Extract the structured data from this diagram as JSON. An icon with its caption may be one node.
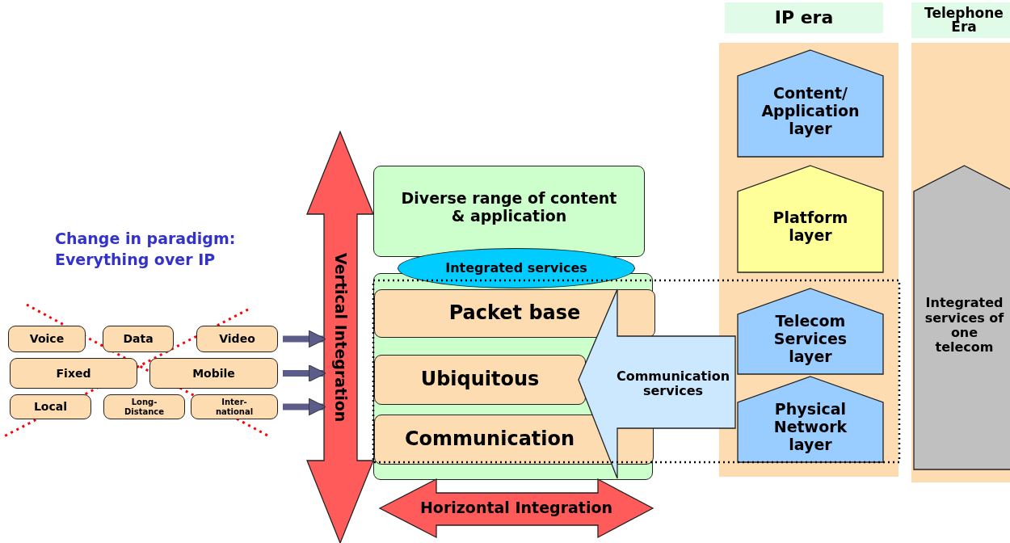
{
  "diagram": {
    "nodes": [
      {
        "text": [
          "Voice"
        ]
      },
      {
        "text": [
          "Data"
        ]
      },
      {
        "text": [
          "Video"
        ]
      },
      {
        "text": [
          "Fixed"
        ]
      },
      {
        "text": [
          "Mobile"
        ]
      },
      {
        "text": [
          "Local"
        ]
      },
      {
        "text": [
          "Long-Distance"
        ]
      },
      {
        "text": [
          "Inter-national"
        ]
      },
      {
        "text": [
          "Vertical Integration"
        ]
      },
      {
        "text": [
          "Diverse range of content & application"
        ]
      },
      {
        "text": [
          "Integrated services"
        ]
      },
      {
        "text": [],
        "shape": "box"
      },
      {
        "text": [
          "Packet base"
        ],
        "in": 11
      },
      {
        "text": [
          "Ubiquitous"
        ],
        "in": 11
      },
      {
        "text": [
          "Communication"
        ],
        "in": 11
      },
      {
        "text": [
          "Communication services"
        ]
      },
      {
        "text": [
          "Horizontal Integration"
        ]
      },
      {
        "text": [
          "IP era"
        ]
      },
      {
        "text": [
          "Content/ Application layer"
        ],
        "in": 17
      },
      {
        "text": [
          "Platform layer"
        ],
        "in": 17
      },
      {
        "text": [
          "Telecom Services layer"
        ],
        "in": 17
      },
      {
        "text": [
          "Physical Network layer"
        ],
        "in": 17
      },
      {
        "text": [
          "Telephone Era"
        ]
      },
      {
        "text": [
          "Integrated services of one telecom"
        ],
        "in": 22
      }
    ],
    "edges": [
      {
        "from": 2,
        "to": 8,
        "arrow": "to"
      },
      {
        "from": 4,
        "to": 8,
        "arrow": "to"
      },
      {
        "from": 7,
        "to": 8,
        "arrow": "to"
      }
    ],
    "labels": [
      "Change in paradigm: Everything over IP"
    ]
  }
}
